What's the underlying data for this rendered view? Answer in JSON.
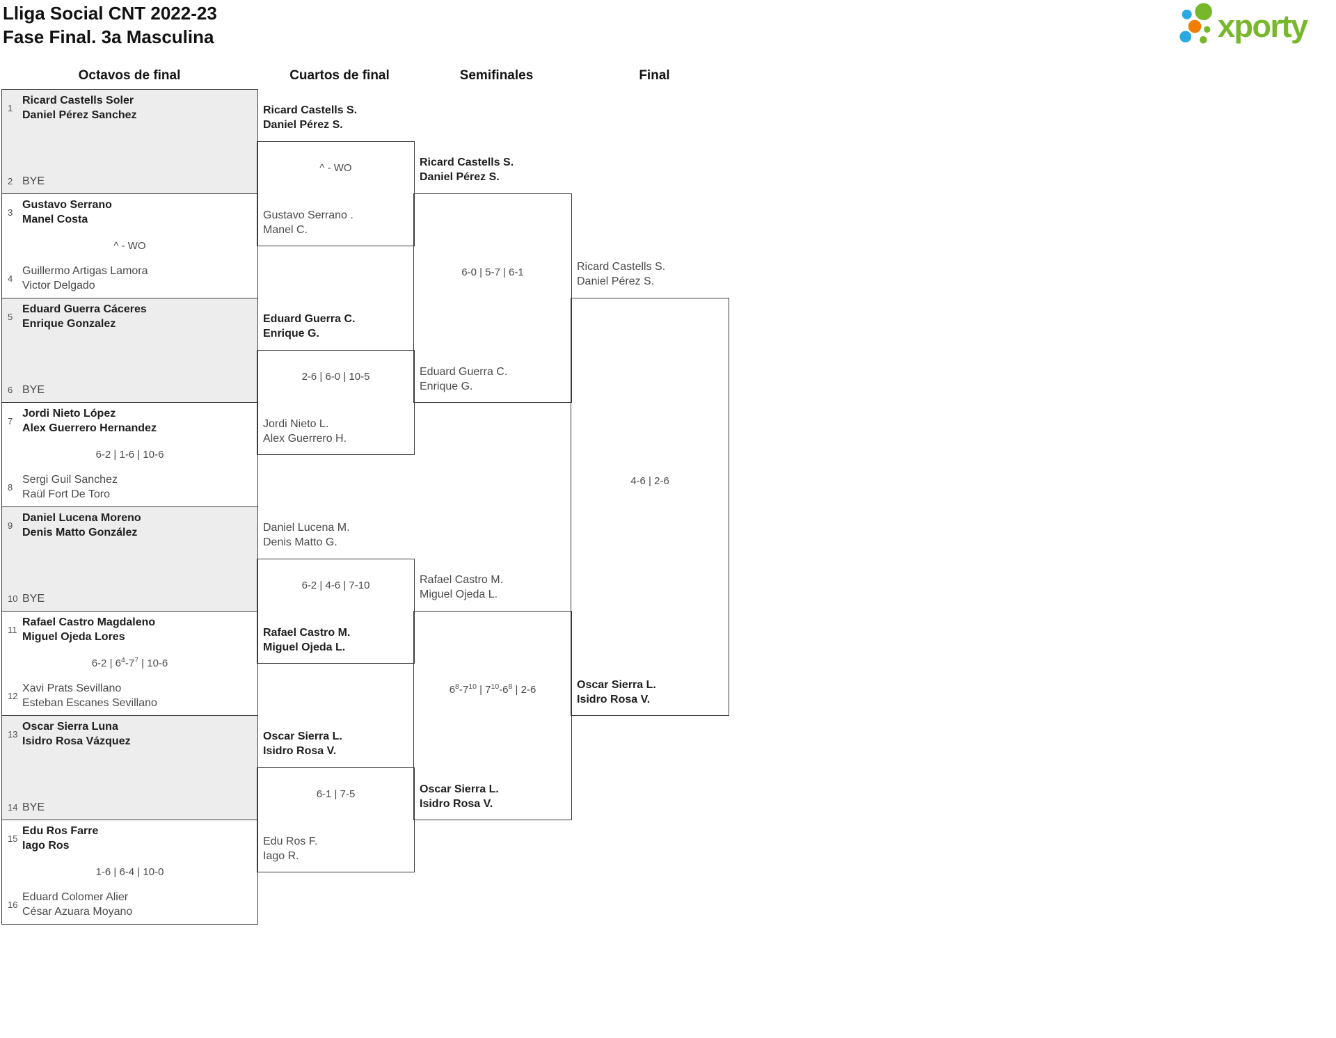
{
  "title": {
    "line1": "Lliga Social CNT 2022-23",
    "line2": "Fase Final. 3a Masculina"
  },
  "logo": {
    "text": "xporty",
    "green": "#77b82a",
    "blue": "#2aa9e0",
    "orange": "#ef7d00"
  },
  "rounds": [
    {
      "label": "Octavos de final",
      "matches": [
        {
          "shaded": true,
          "score": "",
          "top": {
            "seed": "1",
            "names": [
              "Ricard Castells Soler",
              "Daniel Pérez Sanchez"
            ],
            "winner": true
          },
          "bottom": {
            "seed": "2",
            "names": [
              "BYE"
            ],
            "winner": false
          }
        },
        {
          "shaded": false,
          "score": "^ - WO",
          "top": {
            "seed": "3",
            "names": [
              "Gustavo Serrano",
              "Manel Costa"
            ],
            "winner": true
          },
          "bottom": {
            "seed": "4",
            "names": [
              "Guillermo Artigas Lamora",
              "Victor Delgado"
            ],
            "winner": false
          }
        },
        {
          "shaded": true,
          "score": "",
          "top": {
            "seed": "5",
            "names": [
              "Eduard Guerra Cáceres",
              "Enrique Gonzalez"
            ],
            "winner": true
          },
          "bottom": {
            "seed": "6",
            "names": [
              "BYE"
            ],
            "winner": false
          }
        },
        {
          "shaded": false,
          "score": "6-2 | 1-6 | 10-6",
          "top": {
            "seed": "7",
            "names": [
              "Jordi Nieto López",
              "Alex Guerrero Hernandez"
            ],
            "winner": true
          },
          "bottom": {
            "seed": "8",
            "names": [
              "Sergi Guil Sanchez",
              "Raül Fort De Toro"
            ],
            "winner": false
          }
        },
        {
          "shaded": true,
          "score": "",
          "top": {
            "seed": "9",
            "names": [
              "Daniel Lucena Moreno",
              "Denis Matto González"
            ],
            "winner": true
          },
          "bottom": {
            "seed": "10",
            "names": [
              "BYE"
            ],
            "winner": false
          }
        },
        {
          "shaded": false,
          "score": "6-2 | 6^{4}-7^{7} | 10-6",
          "top": {
            "seed": "11",
            "names": [
              "Rafael Castro Magdaleno",
              "Miguel Ojeda Lores"
            ],
            "winner": true
          },
          "bottom": {
            "seed": "12",
            "names": [
              "Xavi Prats Sevillano",
              "Esteban Escanes Sevillano"
            ],
            "winner": false
          }
        },
        {
          "shaded": true,
          "score": "",
          "top": {
            "seed": "13",
            "names": [
              "Oscar Sierra Luna",
              "Isidro Rosa Vázquez"
            ],
            "winner": true
          },
          "bottom": {
            "seed": "14",
            "names": [
              "BYE"
            ],
            "winner": false
          }
        },
        {
          "shaded": false,
          "score": "1-6 | 6-4 | 10-0",
          "top": {
            "seed": "15",
            "names": [
              "Edu Ros Farre",
              "Iago Ros"
            ],
            "winner": true
          },
          "bottom": {
            "seed": "16",
            "names": [
              "Eduard Colomer Alier",
              "César Azuara Moyano"
            ],
            "winner": false
          }
        }
      ]
    },
    {
      "label": "Cuartos de final",
      "matches": [
        {
          "score": "^ - WO",
          "top": {
            "names": [
              "Ricard Castells S.",
              "Daniel Pérez S."
            ],
            "winner": true
          },
          "bottom": {
            "names": [
              "Gustavo Serrano .",
              "Manel C."
            ],
            "winner": false
          }
        },
        {
          "score": "2-6 | 6-0 | 10-5",
          "top": {
            "names": [
              "Eduard Guerra C.",
              "Enrique G."
            ],
            "winner": true
          },
          "bottom": {
            "names": [
              "Jordi Nieto L.",
              "Alex Guerrero H."
            ],
            "winner": false
          }
        },
        {
          "score": "6-2 | 4-6 | 7-10",
          "top": {
            "names": [
              "Daniel Lucena M.",
              "Denis Matto G."
            ],
            "winner": false
          },
          "bottom": {
            "names": [
              "Rafael Castro M.",
              "Miguel Ojeda L."
            ],
            "winner": true
          }
        },
        {
          "score": "6-1 | 7-5",
          "top": {
            "names": [
              "Oscar Sierra L.",
              "Isidro Rosa V."
            ],
            "winner": true
          },
          "bottom": {
            "names": [
              "Edu Ros F.",
              "Iago R."
            ],
            "winner": false
          }
        }
      ]
    },
    {
      "label": "Semifinales",
      "matches": [
        {
          "score": "6-0 | 5-7 | 6-1",
          "top": {
            "names": [
              "Ricard Castells S.",
              "Daniel Pérez S."
            ],
            "winner": true
          },
          "bottom": {
            "names": [
              "Eduard Guerra C.",
              "Enrique G."
            ],
            "winner": false
          }
        },
        {
          "score": "6^{8}-7^{10} | 7^{10}-6^{8} | 2-6",
          "top": {
            "names": [
              "Rafael Castro M.",
              "Miguel Ojeda L."
            ],
            "winner": false
          },
          "bottom": {
            "names": [
              "Oscar Sierra L.",
              "Isidro Rosa V."
            ],
            "winner": true
          }
        }
      ]
    },
    {
      "label": "Final",
      "matches": [
        {
          "score": "4-6 | 2-6",
          "top": {
            "names": [
              "Ricard Castells S.",
              "Daniel Pérez S."
            ],
            "winner": false
          },
          "bottom": {
            "names": [
              "Oscar Sierra L.",
              "Isidro Rosa V."
            ],
            "winner": true
          }
        }
      ]
    }
  ]
}
